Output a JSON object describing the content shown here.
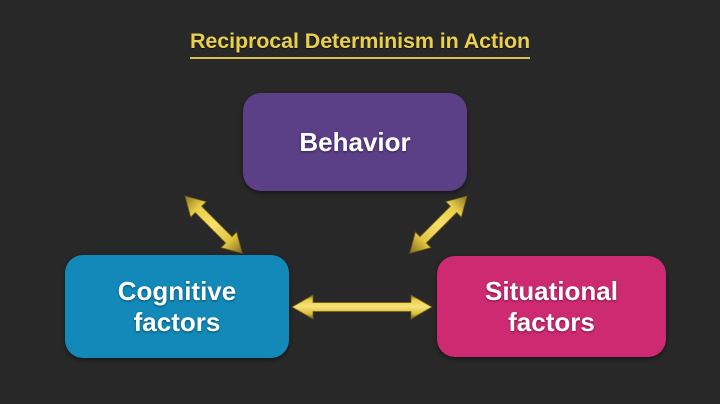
{
  "background_color": "#282828",
  "title": {
    "text": "Reciprocal Determinism in Action",
    "color": "#E8CF4E",
    "underline_color": "#D9C247"
  },
  "diagram": {
    "type": "triangular-reciprocal-model",
    "nodes": [
      {
        "id": "behavior",
        "label": "Behavior",
        "color": "#5B3F87",
        "text_color": "#FFFFFF",
        "position": "top-center"
      },
      {
        "id": "cognitive",
        "label": "Cognitive\nfactors",
        "color": "#1289B8",
        "text_color": "#FFFFFF",
        "position": "bottom-left"
      },
      {
        "id": "situational",
        "label": "Situational\nfactors",
        "color": "#CE2A72",
        "text_color": "#FFFFFF",
        "position": "bottom-right"
      }
    ],
    "connectors": [
      {
        "id": "behavior-cognitive",
        "from": "behavior",
        "to": "cognitive",
        "style": "double-headed-arrow",
        "color": "#F2D94F",
        "orientation": "diagonal-down-left"
      },
      {
        "id": "behavior-situational",
        "from": "behavior",
        "to": "situational",
        "style": "double-headed-arrow",
        "color": "#F2D94F",
        "orientation": "diagonal-down-right"
      },
      {
        "id": "cognitive-situational",
        "from": "cognitive",
        "to": "situational",
        "style": "double-headed-arrow",
        "color": "#F2D94F",
        "orientation": "horizontal"
      }
    ]
  }
}
